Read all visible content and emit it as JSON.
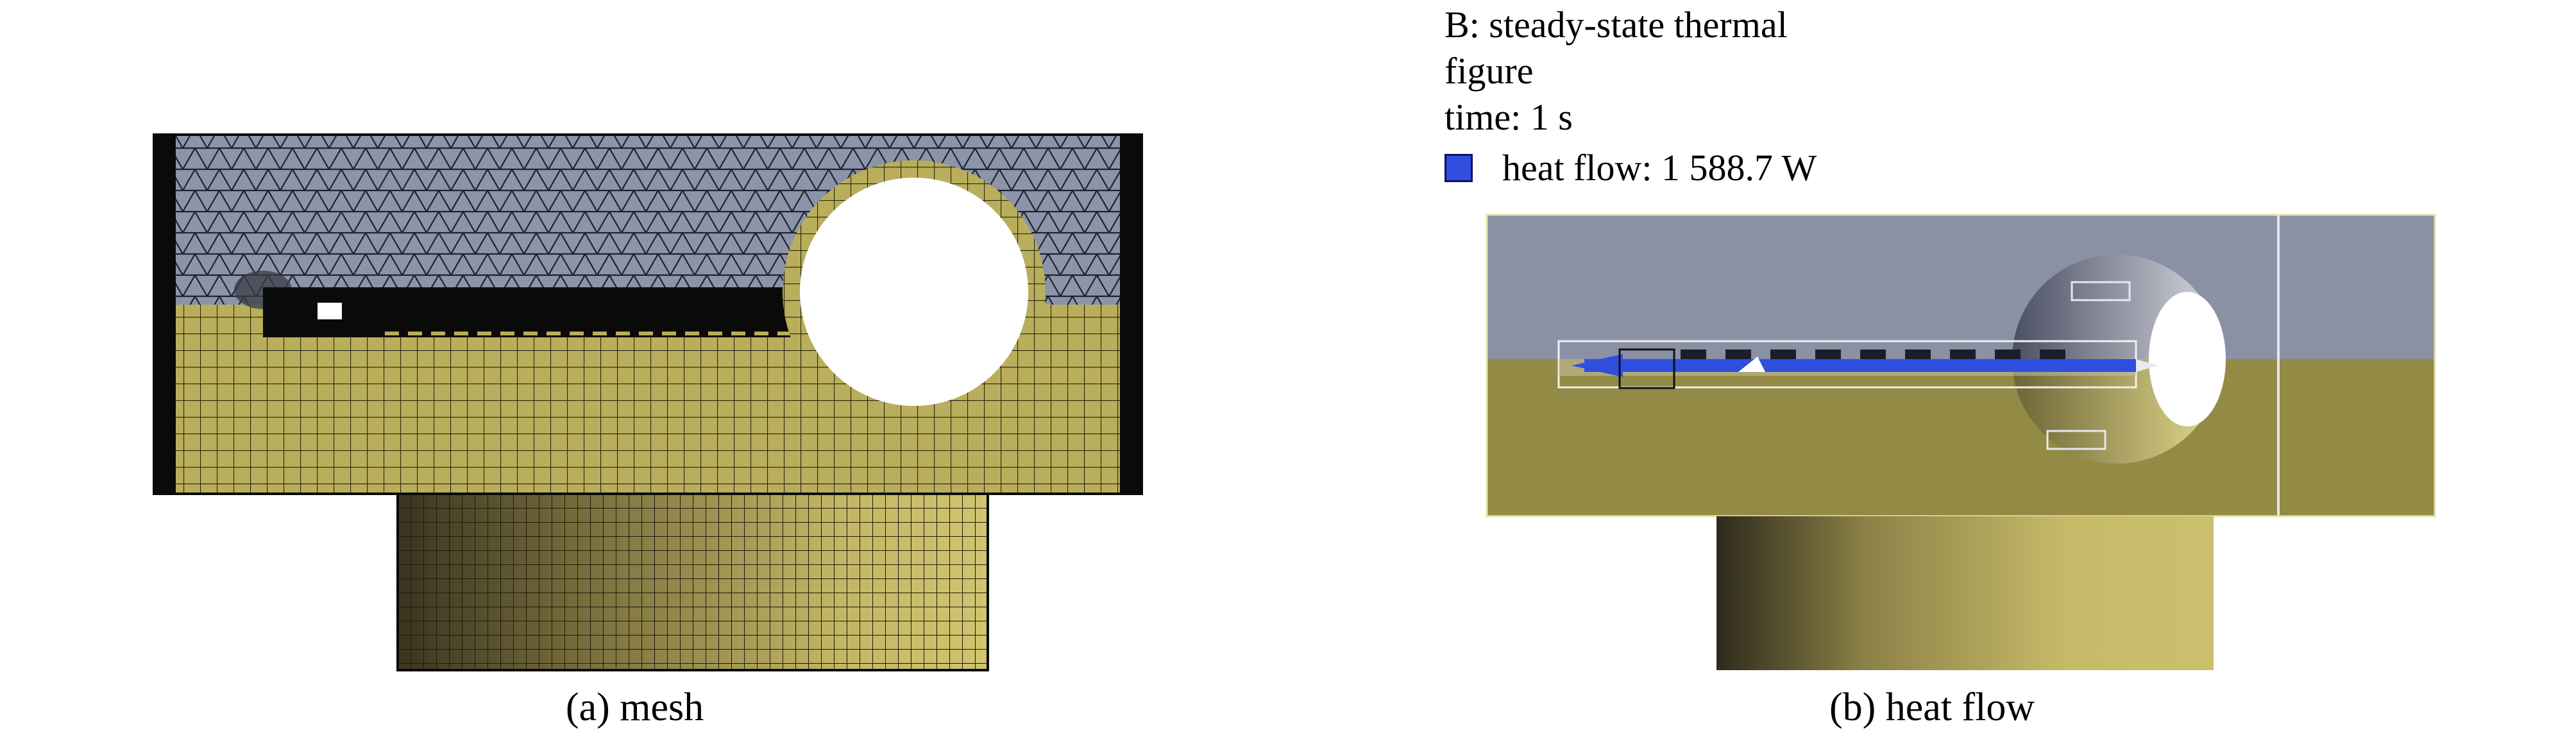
{
  "mesh_panel": {
    "caption": "(a) mesh"
  },
  "heat_panel": {
    "caption": "(b) heat flow",
    "title": "B: steady-state thermal",
    "subtitle": "figure",
    "time": "time: 1 s",
    "legend": {
      "label": "heat flow: 1 588.7 W",
      "color": "#2f4fe0"
    }
  },
  "colors": {
    "mesh_upper": "#8a93a8",
    "mesh_lower": "#b7ac5a",
    "model_upper": "#8a91a4",
    "model_lower": "#938a45",
    "arrow": "#2f4fe0"
  }
}
